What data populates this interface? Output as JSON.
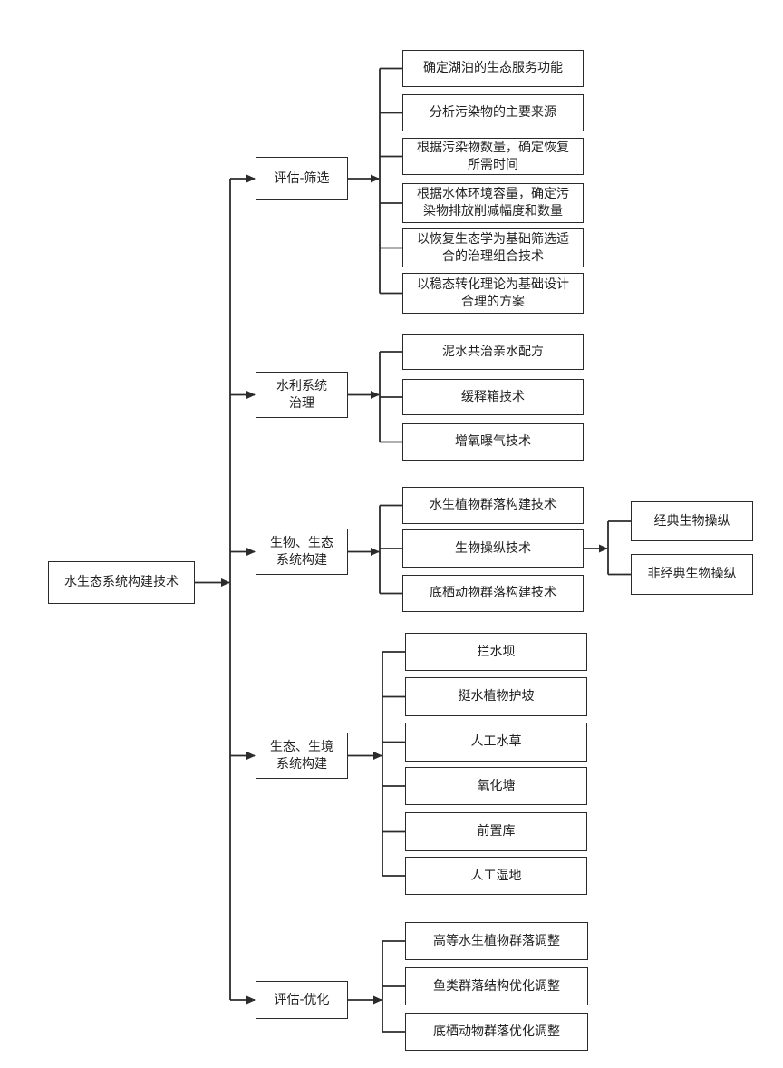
{
  "root": "水生态系统构建技术",
  "branches": [
    {
      "label": [
        "评估-筛选"
      ],
      "children": [
        {
          "label": [
            "确定湖泊的生态服务功能"
          ]
        },
        {
          "label": [
            "分析污染物的主要来源"
          ]
        },
        {
          "label": [
            "根据污染物数量，确定恢复",
            "所需时间"
          ]
        },
        {
          "label": [
            "根据水体环境容量，确定污",
            "染物排放削减幅度和数量"
          ]
        },
        {
          "label": [
            "以恢复生态学为基础筛选适",
            "合的治理组合技术"
          ]
        },
        {
          "label": [
            "以稳态转化理论为基础设计",
            "合理的方案"
          ]
        }
      ]
    },
    {
      "label": [
        "水利系统",
        "治理"
      ],
      "children": [
        {
          "label": [
            "泥水共治亲水配方"
          ]
        },
        {
          "label": [
            "缓释箱技术"
          ]
        },
        {
          "label": [
            "增氧曝气技术"
          ]
        }
      ]
    },
    {
      "label": [
        "生物、生态",
        "系统构建"
      ],
      "children": [
        {
          "label": [
            "水生植物群落构建技术"
          ]
        },
        {
          "label": [
            "生物操纵技术"
          ],
          "children": [
            {
              "label": [
                "经典生物操纵"
              ]
            },
            {
              "label": [
                "非经典生物操纵"
              ]
            }
          ]
        },
        {
          "label": [
            "底栖动物群落构建技术"
          ]
        }
      ]
    },
    {
      "label": [
        "生态、生境",
        "系统构建"
      ],
      "children": [
        {
          "label": [
            "拦水坝"
          ]
        },
        {
          "label": [
            "挺水植物护坡"
          ]
        },
        {
          "label": [
            "人工水草"
          ]
        },
        {
          "label": [
            "氧化塘"
          ]
        },
        {
          "label": [
            "前置库"
          ]
        },
        {
          "label": [
            "人工湿地"
          ]
        }
      ]
    },
    {
      "label": [
        "评估-优化"
      ],
      "children": [
        {
          "label": [
            "高等水生植物群落调整"
          ]
        },
        {
          "label": [
            "鱼类群落结构优化调整"
          ]
        },
        {
          "label": [
            "底栖动物群落优化调整"
          ]
        }
      ]
    }
  ]
}
